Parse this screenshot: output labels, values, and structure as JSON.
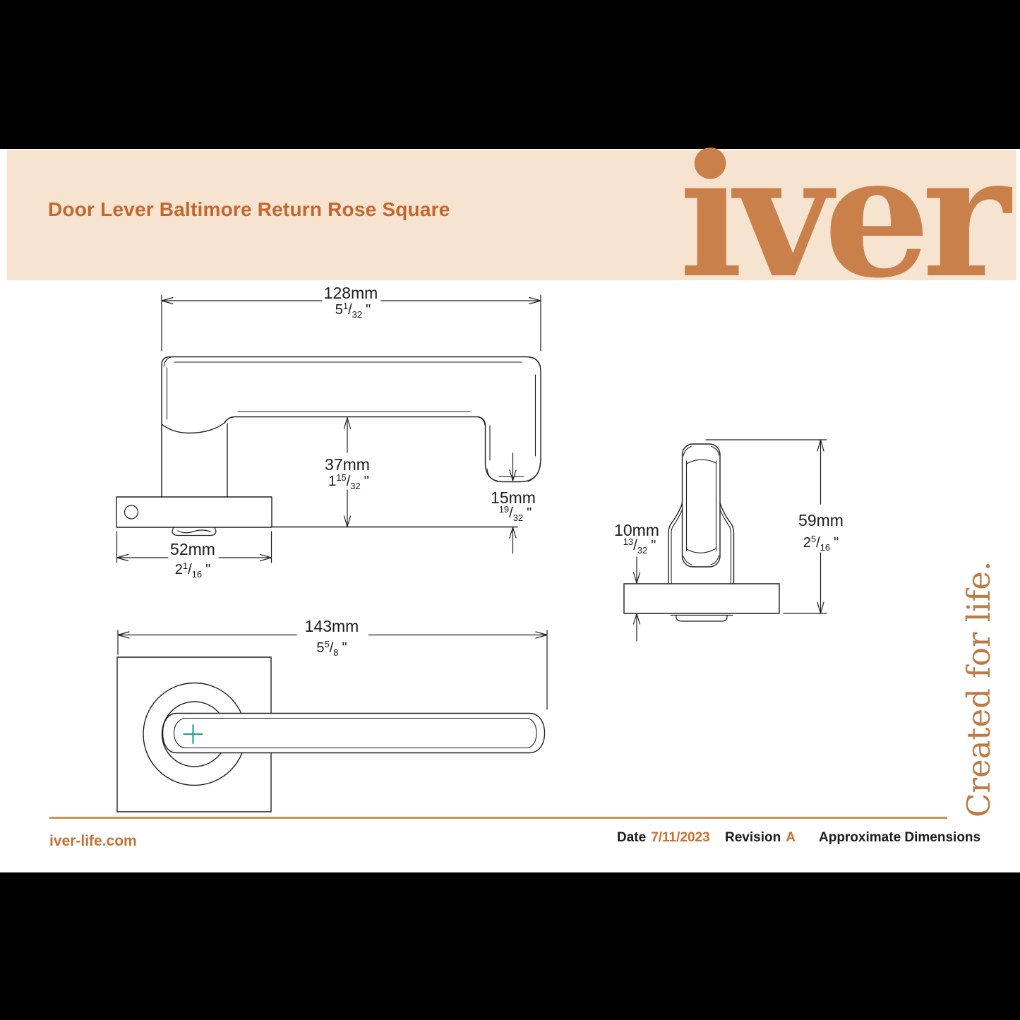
{
  "header": {
    "title": "Door Lever Baltimore Return Rose Square",
    "brand": "iver"
  },
  "tagline": "Created for life.",
  "units": {
    "slash": "/",
    "inch_mark": "\""
  },
  "dimensions": {
    "lever_length": {
      "mm": "128mm",
      "whole": "5",
      "num": "1",
      "den": "32"
    },
    "lever_drop": {
      "mm": "37mm",
      "whole": "1",
      "num": "15",
      "den": "32"
    },
    "return_gap": {
      "mm": "15mm",
      "whole": "",
      "num": "19",
      "den": "32"
    },
    "rose_side": {
      "mm": "52mm",
      "whole": "2",
      "num": "1",
      "den": "16"
    },
    "overall_length": {
      "mm": "143mm",
      "whole": "5",
      "num": "5",
      "den": "8"
    },
    "rose_thickness": {
      "mm": "10mm",
      "whole": "",
      "num": "13",
      "den": "32"
    },
    "overall_height": {
      "mm": "59mm",
      "whole": "2",
      "num": "5",
      "den": "16"
    }
  },
  "footer": {
    "website": "iver-life.com",
    "date_label": "Date",
    "date_value": "7/11/2023",
    "revision_label": "Revision",
    "revision_value": "A",
    "note": "Approximate Dimensions"
  },
  "colors": {
    "accent_orange": "#C4672F",
    "logo_orange": "#C9804A",
    "band_cream": "#F6E3D0",
    "divider_tan": "#C9945C",
    "cross_teal": "#2FA096",
    "line_black": "#1f1f1f"
  }
}
